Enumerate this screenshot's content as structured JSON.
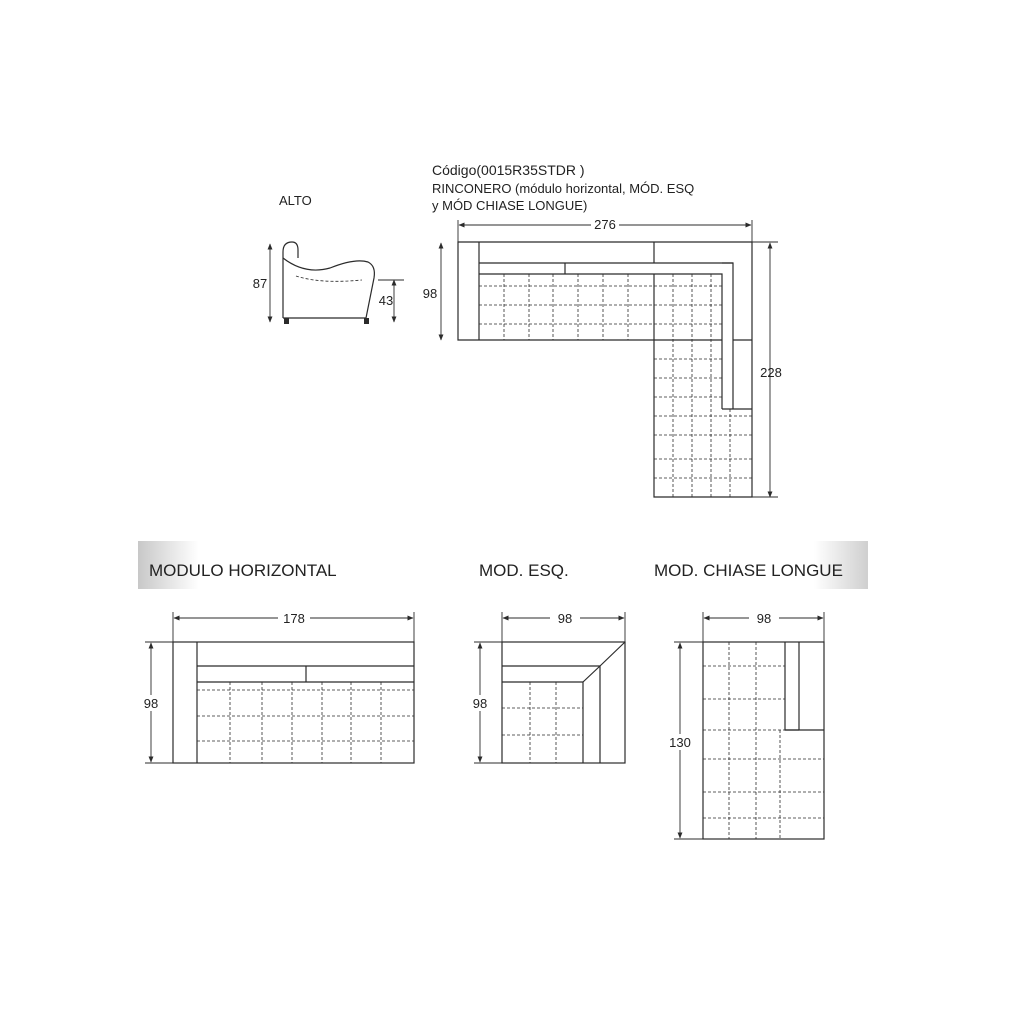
{
  "header": {
    "code": "Código(0015R35STDR )",
    "desc_line1": "RINCONERO (módulo horizontal, MÓD. ESQ",
    "desc_line2": "y MÓD CHIASE LONGUE)"
  },
  "side_view": {
    "label": "ALTO",
    "height_total": "87",
    "seat_height": "43"
  },
  "corner_sofa": {
    "width": "276",
    "depth": "98",
    "length": "228"
  },
  "modules": [
    {
      "title": "MODULO HORIZONTAL",
      "width": "178",
      "depth": "98"
    },
    {
      "title": "MOD. ESQ.",
      "width": "98",
      "depth": "98"
    },
    {
      "title": "MOD. CHIASE LONGUE",
      "width": "98",
      "depth": "130"
    }
  ],
  "colors": {
    "line": "#2b2b2b",
    "band_gradient_dark": "#c8c8c8"
  }
}
